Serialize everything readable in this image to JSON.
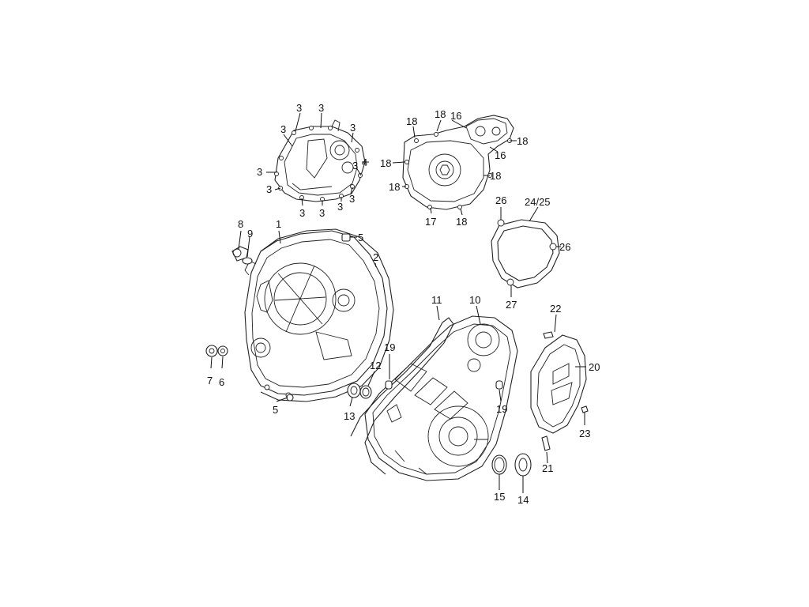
{
  "diagram": {
    "callouts": [
      {
        "id": "c-3a",
        "text": "3"
      },
      {
        "id": "c-3b",
        "text": "3"
      },
      {
        "id": "c-3c",
        "text": "3"
      },
      {
        "id": "c-3d",
        "text": "3"
      },
      {
        "id": "c-3e",
        "text": "3"
      },
      {
        "id": "c-3f",
        "text": "3"
      },
      {
        "id": "c-3g",
        "text": "3"
      },
      {
        "id": "c-3h",
        "text": "3"
      },
      {
        "id": "c-3i",
        "text": "3"
      },
      {
        "id": "c-3j",
        "text": "3"
      },
      {
        "id": "c-3k",
        "text": "3"
      },
      {
        "id": "c-4",
        "text": "4"
      },
      {
        "id": "c-18a",
        "text": "18"
      },
      {
        "id": "c-18b",
        "text": "18"
      },
      {
        "id": "c-16a",
        "text": "16"
      },
      {
        "id": "c-18c",
        "text": "18"
      },
      {
        "id": "c-16b",
        "text": "16"
      },
      {
        "id": "c-18d",
        "text": "18"
      },
      {
        "id": "c-18e",
        "text": "18"
      },
      {
        "id": "c-18f",
        "text": "18"
      },
      {
        "id": "c-17",
        "text": "17"
      },
      {
        "id": "c-18g",
        "text": "18"
      },
      {
        "id": "c-26a",
        "text": "26"
      },
      {
        "id": "c-24-25",
        "text": "24/25"
      },
      {
        "id": "c-26b",
        "text": "26"
      },
      {
        "id": "c-27",
        "text": "27"
      },
      {
        "id": "c-8",
        "text": "8"
      },
      {
        "id": "c-9",
        "text": "9"
      },
      {
        "id": "c-1",
        "text": "1"
      },
      {
        "id": "c-5a",
        "text": "5"
      },
      {
        "id": "c-2",
        "text": "2"
      },
      {
        "id": "c-7",
        "text": "7"
      },
      {
        "id": "c-6",
        "text": "6"
      },
      {
        "id": "c-5b",
        "text": "5"
      },
      {
        "id": "c-11",
        "text": "11"
      },
      {
        "id": "c-10",
        "text": "10"
      },
      {
        "id": "c-19a",
        "text": "19"
      },
      {
        "id": "c-12",
        "text": "12"
      },
      {
        "id": "c-13",
        "text": "13"
      },
      {
        "id": "c-19b",
        "text": "19"
      },
      {
        "id": "c-22",
        "text": "22"
      },
      {
        "id": "c-20",
        "text": "20"
      },
      {
        "id": "c-23",
        "text": "23"
      },
      {
        "id": "c-21",
        "text": "21"
      },
      {
        "id": "c-15",
        "text": "15"
      },
      {
        "id": "c-14",
        "text": "14"
      }
    ]
  }
}
